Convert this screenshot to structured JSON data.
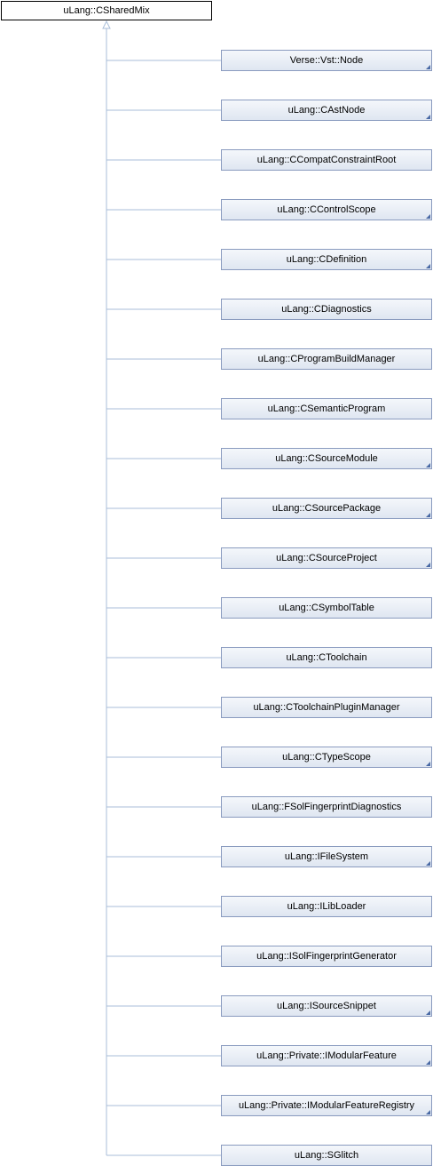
{
  "root": {
    "label": "uLang::CSharedMix"
  },
  "children": [
    {
      "label": "Verse::Vst::Node",
      "has_subclasses": true
    },
    {
      "label": "uLang::CAstNode",
      "has_subclasses": true
    },
    {
      "label": "uLang::CCompatConstraintRoot",
      "has_subclasses": false
    },
    {
      "label": "uLang::CControlScope",
      "has_subclasses": true
    },
    {
      "label": "uLang::CDefinition",
      "has_subclasses": true
    },
    {
      "label": "uLang::CDiagnostics",
      "has_subclasses": false
    },
    {
      "label": "uLang::CProgramBuildManager",
      "has_subclasses": false
    },
    {
      "label": "uLang::CSemanticProgram",
      "has_subclasses": false
    },
    {
      "label": "uLang::CSourceModule",
      "has_subclasses": true
    },
    {
      "label": "uLang::CSourcePackage",
      "has_subclasses": true
    },
    {
      "label": "uLang::CSourceProject",
      "has_subclasses": true
    },
    {
      "label": "uLang::CSymbolTable",
      "has_subclasses": false
    },
    {
      "label": "uLang::CToolchain",
      "has_subclasses": false
    },
    {
      "label": "uLang::CToolchainPluginManager",
      "has_subclasses": false
    },
    {
      "label": "uLang::CTypeScope",
      "has_subclasses": true
    },
    {
      "label": "uLang::FSolFingerprintDiagnostics",
      "has_subclasses": false
    },
    {
      "label": "uLang::IFileSystem",
      "has_subclasses": true
    },
    {
      "label": "uLang::ILibLoader",
      "has_subclasses": false
    },
    {
      "label": "uLang::ISolFingerprintGenerator",
      "has_subclasses": false
    },
    {
      "label": "uLang::ISourceSnippet",
      "has_subclasses": true
    },
    {
      "label": "uLang::Private::IModularFeature",
      "has_subclasses": true
    },
    {
      "label": "uLang::Private::IModularFeatureRegistry",
      "has_subclasses": true
    },
    {
      "label": "uLang::SGlitch",
      "has_subclasses": false
    }
  ],
  "colors": {
    "connector": "#a9bed9",
    "child_border": "#8a9bbf",
    "corner_marker": "#4a6aa5"
  }
}
